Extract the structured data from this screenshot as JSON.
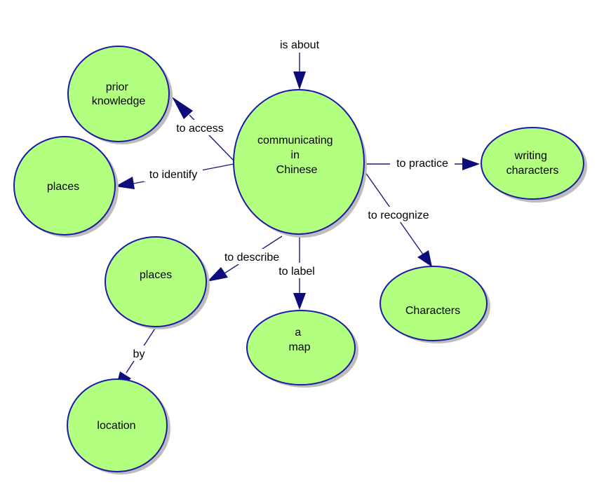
{
  "nodes": {
    "center": [
      "communicating",
      "in",
      "Chinese"
    ],
    "prior_knowledge": [
      "prior",
      "knowledge"
    ],
    "places_identify": [
      "places"
    ],
    "places_describe": [
      "places"
    ],
    "location": [
      "location"
    ],
    "map": [
      "a",
      "map"
    ],
    "characters": [
      "Characters"
    ],
    "writing_characters": [
      "writing",
      "characters"
    ]
  },
  "edges": {
    "is_about": "is about",
    "to_access": "to access",
    "to_identify": "to identify",
    "to_describe": "to describe",
    "to_label": "to label",
    "to_recognize": "to recognize",
    "to_practice": "to practice",
    "by": "by"
  },
  "colors": {
    "node_fill": "#b3ff80",
    "node_stroke": "#1a1aa6",
    "arrow": "#0c0c7a"
  }
}
